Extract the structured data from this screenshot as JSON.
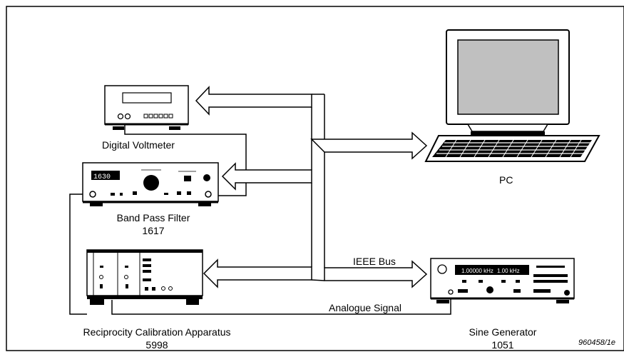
{
  "labels": {
    "voltmeter": "Digital Voltmeter",
    "filter_name": "Band Pass Filter",
    "filter_model": "1617",
    "pc": "PC",
    "ieee_bus": "IEEE Bus",
    "analogue_signal": "Analogue Signal",
    "apparatus_name": "Reciprocity Calibration Apparatus",
    "apparatus_model": "5998",
    "generator_name": "Sine Generator",
    "generator_model": "1051",
    "figure_code": "960458/1e"
  },
  "displays": {
    "filter_readout": "1630",
    "generator_freq": "1.00000 kHz",
    "generator_level": "1.00 kHz"
  }
}
